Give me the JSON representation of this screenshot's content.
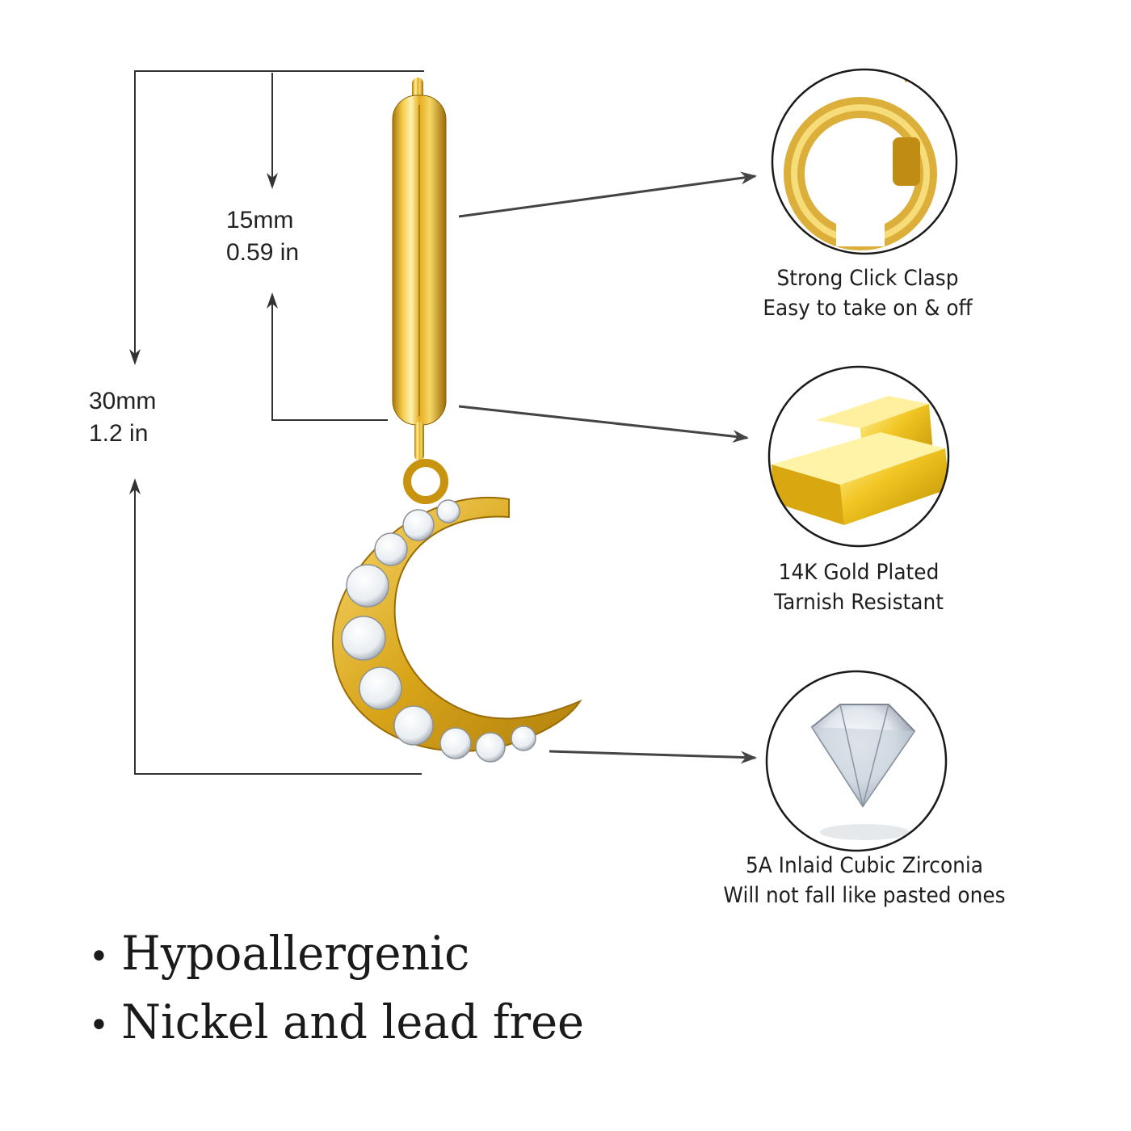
{
  "dimensions": {
    "total": {
      "metric": "30mm",
      "imperial": "1.2 in"
    },
    "hoop": {
      "metric": "15mm",
      "imperial": "0.59 in"
    }
  },
  "features": [
    {
      "icon": "hoop-clasp-icon",
      "title": "Strong Click Clasp",
      "subtitle": "Easy to take on & off"
    },
    {
      "icon": "gold-bar-icon",
      "title": "14K Gold Plated",
      "subtitle": "Tarnish Resistant"
    },
    {
      "icon": "diamond-icon",
      "title": "5A Inlaid Cubic Zirconia",
      "subtitle": "Will not fall like pasted ones"
    }
  ],
  "bullets": [
    "Hypoallergenic",
    "Nickel and lead free"
  ],
  "colors": {
    "gold": "#d9a51a",
    "gold_dark": "#a8760a",
    "line": "#333333",
    "arrow": "#444444"
  }
}
